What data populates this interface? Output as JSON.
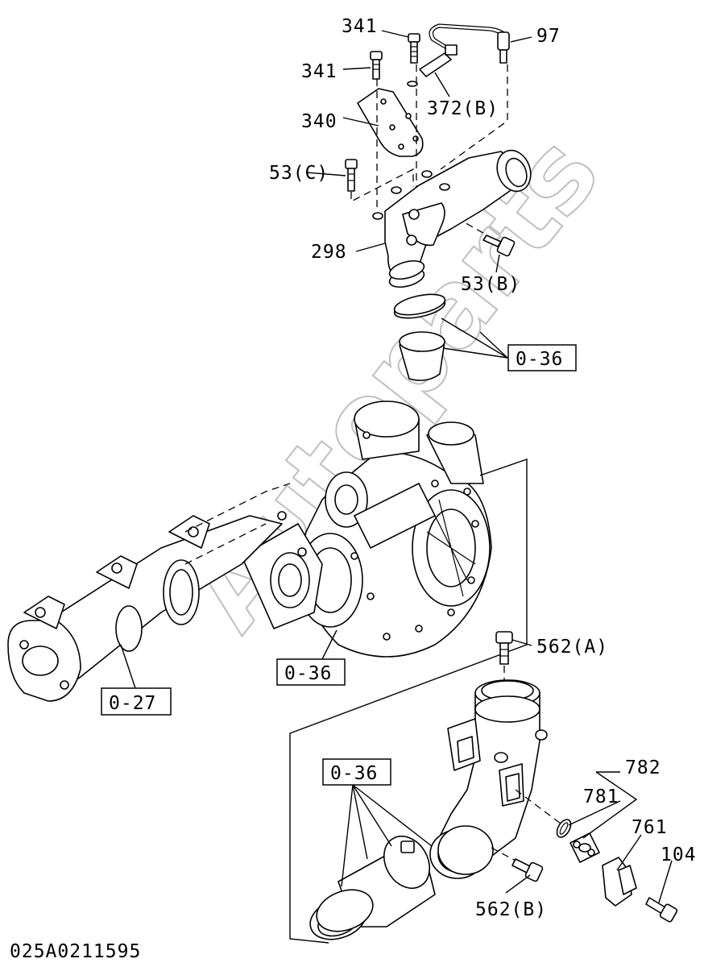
{
  "diagram": {
    "callouts": {
      "c341a": "341",
      "c341b": "341",
      "c97": "97",
      "c372b": "372(B)",
      "c340": "340",
      "c53c": "53(C)",
      "c298": "298",
      "c53b": "53(B)",
      "c562a": "562(A)",
      "c782": "782",
      "c781": "781",
      "c761": "761",
      "c104": "104",
      "c562b": "562(B)"
    },
    "references": {
      "ref036a": "0-36",
      "ref036b": "0-36",
      "ref036c": "0-36",
      "ref027": "0-27"
    },
    "drawing_number": "025A0211595",
    "watermark": "Autoparts"
  }
}
